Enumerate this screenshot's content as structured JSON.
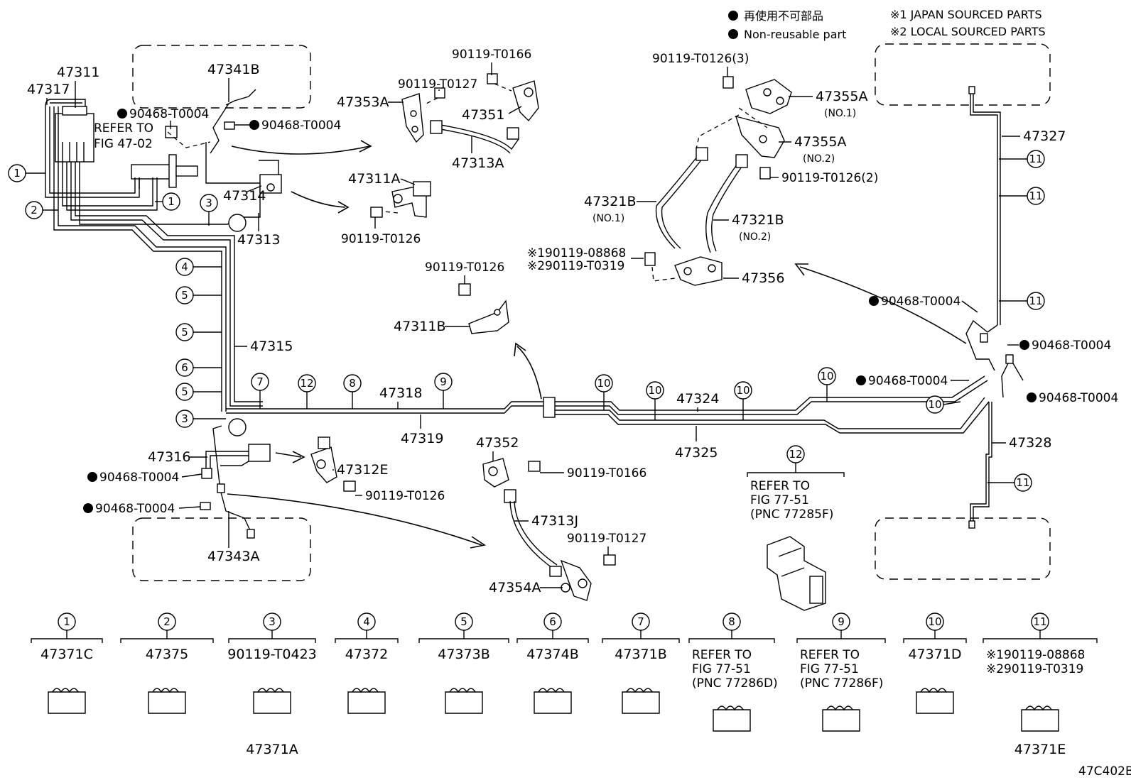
{
  "legend": {
    "non_reusable_jp": "再使用不可部品",
    "non_reusable_en": "Non-reusable part",
    "note1": "※1 JAPAN SOURCED PARTS",
    "note2": "※2 LOCAL SOURCED PARTS"
  },
  "figure_code": "47C402B",
  "labels": {
    "p47311": "47311",
    "p47317": "47317",
    "p47341B": "47341B",
    "p90468_a": "90468-T0004",
    "p90468_b": "90468-T0004",
    "refer_fig_1": "REFER TO",
    "refer_fig_2": "FIG 47-02",
    "p47314": "47314",
    "p47313": "47313",
    "p90119_T0127_a": "90119-T0127",
    "p90119_T0166_a": "90119-T0166",
    "p47353A": "47353A",
    "p47351": "47351",
    "p47313A": "47313A",
    "p47311A": "47311A",
    "p90119_T0126_a": "90119-T0126",
    "p90119_T0126_3": "90119-T0126(3)",
    "p47355A_1": "47355A",
    "no1_a": "(NO.1)",
    "p47355A_2": "47355A",
    "no2_a": "(NO.2)",
    "p90119_T0126_2": "90119-T0126(2)",
    "p47321B_1": "47321B",
    "no1_b": "(NO.1)",
    "p47321B_2": "47321B",
    "no2_b": "(NO.2)",
    "p90119_08868_a": "※190119-08868",
    "p90119_T0319_a": "※290119-T0319",
    "p47356": "47356",
    "p47327": "47327",
    "p90119_T0126_b": "90119-T0126",
    "p47311B": "47311B",
    "p47315": "47315",
    "p47318": "47318",
    "p47319": "47319",
    "p47324": "47324",
    "p47325": "47325",
    "p90468_c": "90468-T0004",
    "p90468_d": "90468-T0004",
    "p90468_e": "90468-T0004",
    "p90468_f": "90468-T0004",
    "p47328": "47328",
    "p47316": "47316",
    "p90468_g": "90468-T0004",
    "p90468_h": "90468-T0004",
    "p47312E": "47312E",
    "p90119_T0126_c": "90119-T0126",
    "p47352": "47352",
    "p90119_T0166_b": "90119-T0166",
    "p47313J": "47313J",
    "p90119_T0127_b": "90119-T0127",
    "p47354A": "47354A",
    "p47343A": "47343A",
    "refer_12_1": "REFER TO",
    "refer_12_2": "FIG 77-51",
    "refer_12_3": "(PNC 77285F)"
  },
  "bottom_parts": [
    {
      "num": "1",
      "lines": [
        "47371C"
      ]
    },
    {
      "num": "2",
      "lines": [
        "47375"
      ]
    },
    {
      "num": "3",
      "lines": [
        "90119-T0423"
      ],
      "extra": "47371A"
    },
    {
      "num": "4",
      "lines": [
        "47372"
      ]
    },
    {
      "num": "5",
      "lines": [
        "47373B"
      ]
    },
    {
      "num": "6",
      "lines": [
        "47374B"
      ]
    },
    {
      "num": "7",
      "lines": [
        "47371B"
      ]
    },
    {
      "num": "8",
      "lines": [
        "REFER TO",
        "FIG 77-51",
        "(PNC 77286D)"
      ]
    },
    {
      "num": "9",
      "lines": [
        "REFER TO",
        "FIG 77-51",
        "(PNC 77286F)"
      ]
    },
    {
      "num": "10",
      "lines": [
        "47371D"
      ]
    },
    {
      "num": "11",
      "lines": [
        "※190119-08868",
        "※290119-T0319"
      ],
      "extra": "47371E"
    }
  ],
  "callouts": [
    "1",
    "2",
    "3",
    "4",
    "5",
    "6",
    "7",
    "8",
    "9",
    "10",
    "11",
    "12"
  ]
}
